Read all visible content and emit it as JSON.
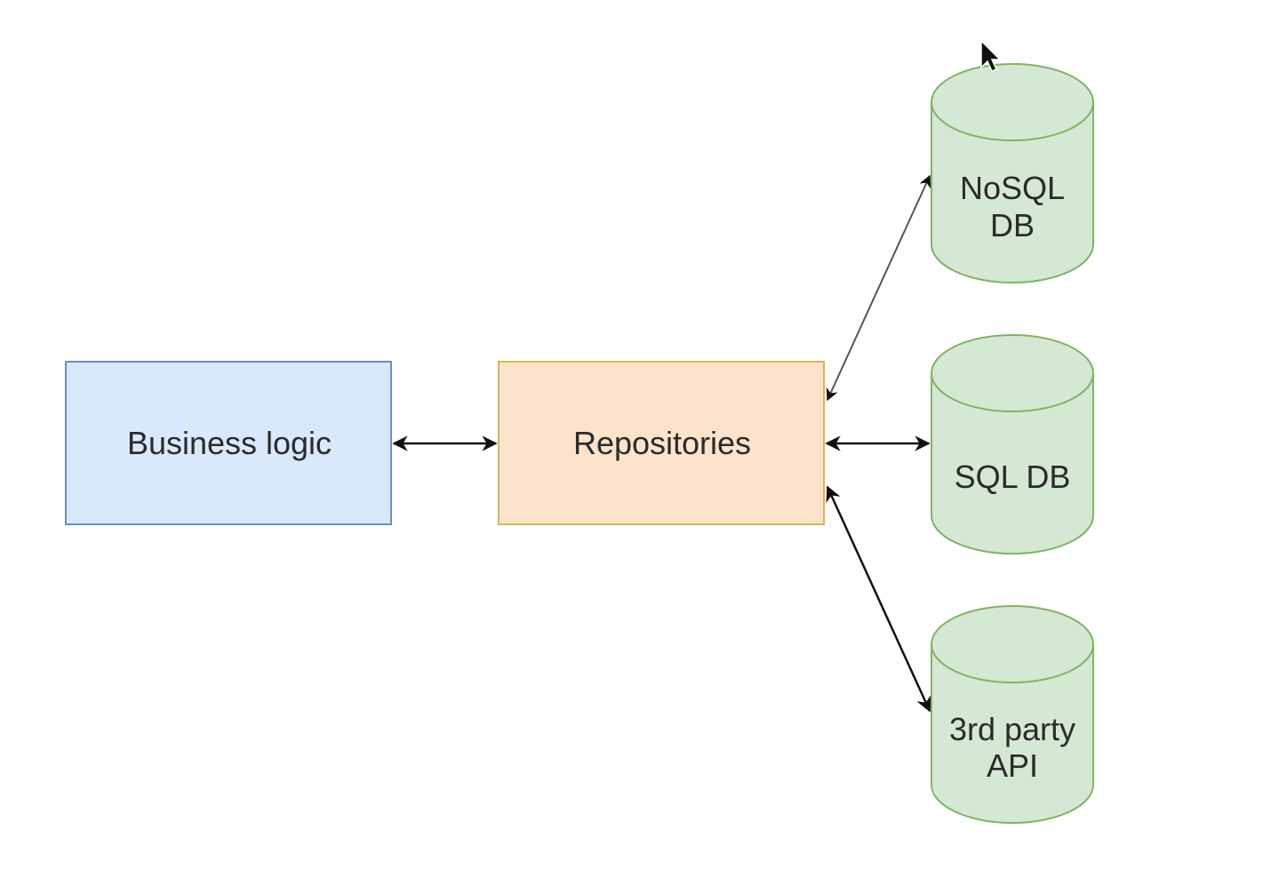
{
  "nodes": {
    "business_logic": {
      "label": "Business logic",
      "fill": "#dae8fc",
      "stroke": "#6c8ebf"
    },
    "repositories": {
      "label": "Repositories",
      "fill": "#fbe3cc",
      "stroke": "#d6b656"
    },
    "nosql_db": {
      "line1": "NoSQL",
      "line2": "DB",
      "fill": "#d5e8d4",
      "stroke": "#82b366"
    },
    "sql_db": {
      "label": "SQL DB",
      "fill": "#d5e8d4",
      "stroke": "#82b366"
    },
    "third_party_api": {
      "line1": "3rd party",
      "line2": "API",
      "fill": "#d5e8d4",
      "stroke": "#82b366"
    }
  },
  "edges": [
    {
      "from": "business_logic",
      "to": "repositories",
      "direction": "both"
    },
    {
      "from": "repositories",
      "to": "nosql_db",
      "direction": "both"
    },
    {
      "from": "repositories",
      "to": "sql_db",
      "direction": "both"
    },
    {
      "from": "repositories",
      "to": "third_party_api",
      "direction": "both"
    }
  ],
  "colors": {
    "edge": "#111111",
    "background": "#ffffff"
  }
}
